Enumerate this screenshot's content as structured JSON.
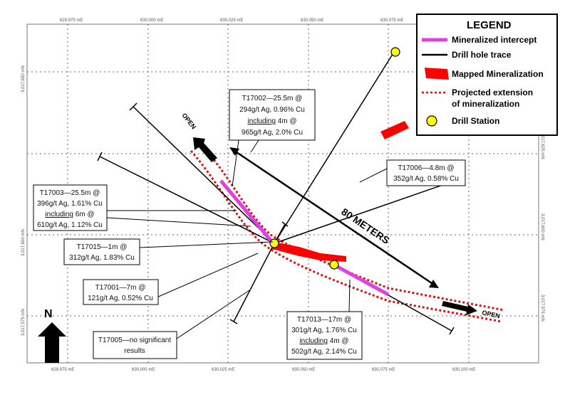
{
  "coords": {
    "easting_labels": [
      "629,975 mE",
      "630,000 mE",
      "630,025 mE",
      "630,050 mE",
      "630,075 mE",
      "630,100 mE"
    ],
    "northing_labels": [
      "3,017,650 mN",
      "3,017,625 mN",
      "3,017,600 mN",
      "3,017,575 mN"
    ]
  },
  "legend": {
    "title": "LEGEND",
    "items": [
      {
        "symbol": "mineralized-intercept",
        "color": "#e040e0",
        "label": "Mineralized intercept"
      },
      {
        "symbol": "drill-hole-trace",
        "color": "#000000",
        "label": "Drill hole trace"
      },
      {
        "symbol": "mapped-mineralization",
        "color": "#ff0000",
        "label": "Mapped Mineralization"
      },
      {
        "symbol": "projected-extension",
        "color": "#e01010",
        "label": "Projected extension\nof mineralization"
      },
      {
        "symbol": "drill-station",
        "color": "#ffff00",
        "label": "Drill Station"
      }
    ]
  },
  "map_labels": {
    "open_upper": "OPEN",
    "open_lower": "OPEN",
    "scale": "80 METERS",
    "north": "N"
  },
  "callouts": [
    {
      "id": "t17002",
      "lines": [
        {
          "text": "T17002—25.5m @"
        },
        {
          "text": "294g/t Ag, 0.96% Cu"
        },
        {
          "text": "including",
          "underline": true,
          "rest": " 4m @"
        },
        {
          "text": "965g/t Ag, 2.0% Cu"
        }
      ]
    },
    {
      "id": "t17003",
      "lines": [
        {
          "text": "T17003—25.5m @"
        },
        {
          "text": "396g/t Ag, 1.61% Cu"
        },
        {
          "text": "including",
          "underline": true,
          "rest": " 6m @"
        },
        {
          "text": "610g/t Ag, 1.12% Cu"
        }
      ]
    },
    {
      "id": "t17006",
      "lines": [
        {
          "text": "T17006—4.8m @"
        },
        {
          "text": "352g/t Ag, 0.58% Cu"
        }
      ]
    },
    {
      "id": "t17015",
      "lines": [
        {
          "text": "T17015—1m @"
        },
        {
          "text": "312g/t Ag, 1.83% Cu"
        }
      ]
    },
    {
      "id": "t17001",
      "lines": [
        {
          "text": "T17001—7m @"
        },
        {
          "text": "121g/t Ag, 0.52% Cu"
        }
      ]
    },
    {
      "id": "t17013",
      "lines": [
        {
          "text": "T17013—17m @"
        },
        {
          "text": "301g/t Ag, 1.76% Cu"
        },
        {
          "text": "including",
          "underline": true,
          "rest": " 4m @"
        },
        {
          "text": "502g/t Ag, 2.14% Cu"
        }
      ]
    },
    {
      "id": "t17005",
      "lines": [
        {
          "text": "T17005—no significant"
        },
        {
          "text": "results"
        }
      ]
    }
  ]
}
